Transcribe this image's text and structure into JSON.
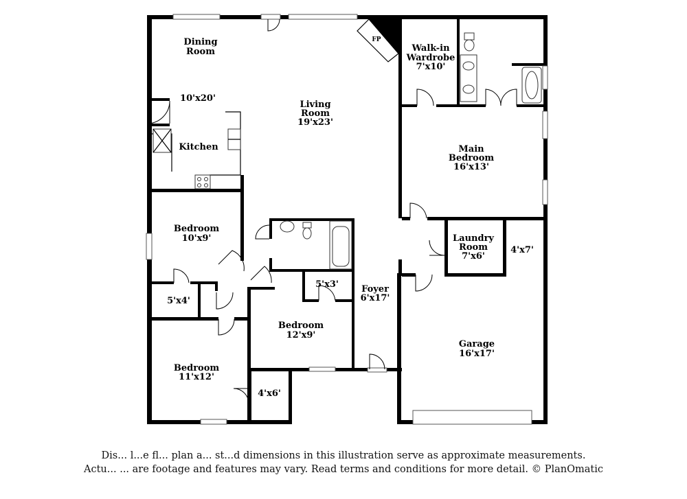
{
  "rooms": {
    "dining_name": "Dining\nRoom",
    "kitchen_dim": "10'x20'",
    "kitchen_name": "Kitchen",
    "living_name": "Living\nRoom",
    "living_dim": "19'x23'",
    "fireplace": "FP",
    "walkin_name": "Walk-in\nWardrobe",
    "walkin_dim": "7'x10'",
    "main_bed_name": "Main\nBedroom",
    "main_bed_dim": "16'x13'",
    "bed1_name": "Bedroom",
    "bed1_dim": "10'x9'",
    "closet_5x4": "5'x4'",
    "bed2_name": "Bedroom",
    "bed2_dim": "11'x12'",
    "closet_4x6": "4'x6'",
    "closet_5x3": "5'x3'",
    "bed3_name": "Bedroom",
    "bed3_dim": "12'x9'",
    "foyer_name": "Foyer",
    "foyer_dim": "6'x17'",
    "laundry_name": "Laundry\nRoom",
    "laundry_dim": "7'x6'",
    "storage_dim": "4'x7'",
    "garage_name": "Garage",
    "garage_dim": "16'x17'"
  },
  "disclaimer": {
    "line1": "Dis... l...e fl... plan a... st...d dimensions in this illustration serve as approximate measurements.",
    "line2": "Actu... ... are footage and features may vary. Read terms and conditions for more detail. © PlanOmatic"
  }
}
